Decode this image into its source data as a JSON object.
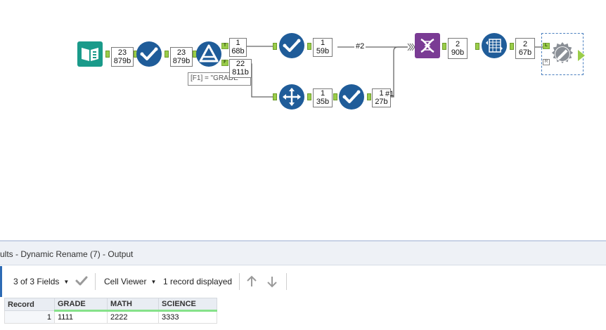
{
  "workflow": {
    "badges": {
      "input_out": {
        "count": "23",
        "size": "879b"
      },
      "select_out": {
        "count": "23",
        "size": "879b"
      },
      "filter_true": {
        "count": "1",
        "size": "68b"
      },
      "filter_false": {
        "count": "22",
        "size": "811b"
      },
      "select2_out": {
        "count": "1",
        "size": "59b"
      },
      "sample_out": {
        "count": "1",
        "size": "35b"
      },
      "select3_out": {
        "count": "1",
        "size": "27b"
      },
      "union_out": {
        "count": "2",
        "size": "90b"
      },
      "transpose_out": {
        "count": "2",
        "size": "67b"
      }
    },
    "connection_labels": {
      "top": "#2",
      "bottom": "#1"
    },
    "filter_annotation": "[F1] = \"GRADE\"",
    "anchor_letters": {
      "true": "T",
      "false": "F",
      "left": "L",
      "right": "R"
    },
    "colors": {
      "tool_blue": "#1f5c99",
      "input_teal": "#1a9a8a",
      "union_purple": "#7a3b94",
      "rename_gray": "#8a8f96",
      "anchor_green": "#9acd4a"
    }
  },
  "results": {
    "title": "ults - Dynamic Rename (7) - Output",
    "fields_dropdown": "3 of 3 Fields",
    "viewer_dropdown": "Cell Viewer",
    "records_displayed": "1 record displayed",
    "icons": [
      "checkmark-icon",
      "arrow-up-icon",
      "arrow-down-icon"
    ],
    "table": {
      "headers": [
        "Record",
        "GRADE",
        "MATH",
        "SCIENCE"
      ],
      "rows": [
        [
          "1",
          "1111",
          "2222",
          "3333"
        ]
      ]
    }
  }
}
